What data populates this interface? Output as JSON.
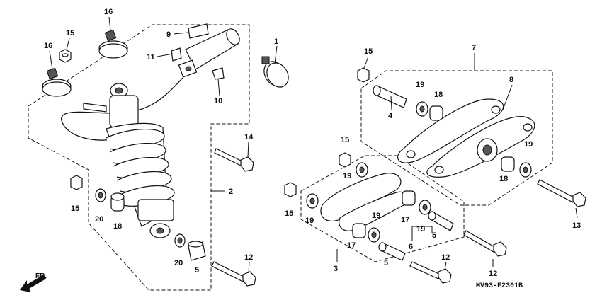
{
  "diagram_code": "MV93-F2301B",
  "front_indicator": "FR.",
  "callouts": [
    "16",
    "15",
    "9",
    "11",
    "16",
    "10",
    "1",
    "14",
    "2",
    "15",
    "20",
    "18",
    "20",
    "5",
    "12",
    "15",
    "7",
    "19",
    "18",
    "8",
    "4",
    "15",
    "19",
    "19",
    "15",
    "19",
    "17",
    "19",
    "5",
    "19",
    "18",
    "13",
    "17",
    "6",
    "3",
    "5",
    "12",
    "12"
  ]
}
